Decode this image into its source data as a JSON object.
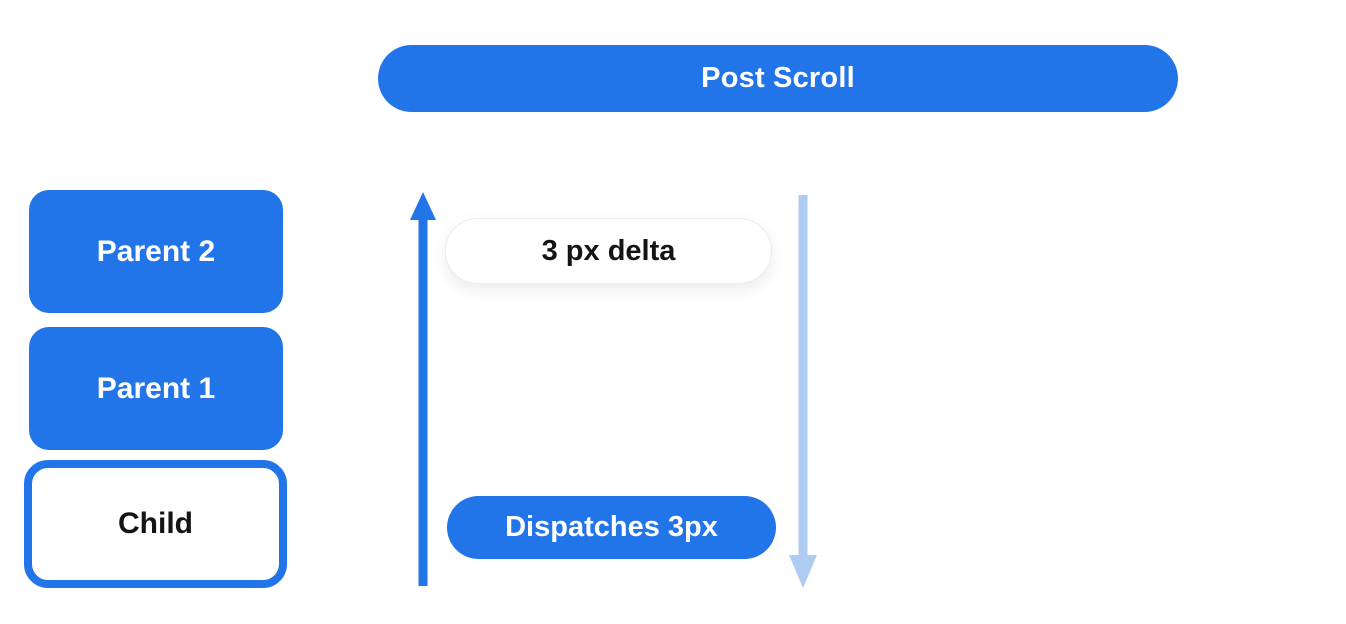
{
  "diagram": {
    "banner": {
      "label": "Post Scroll"
    },
    "nodes": [
      {
        "id": "parent-2",
        "label": "Parent 2",
        "style": "filled"
      },
      {
        "id": "parent-1",
        "label": "Parent 1",
        "style": "filled"
      },
      {
        "id": "child",
        "label": "Child",
        "style": "outlined"
      }
    ],
    "labels": {
      "delta": "3 px delta",
      "dispatch": "Dispatches 3px"
    },
    "arrows": [
      {
        "id": "up-arrow",
        "direction": "up",
        "color": "#2175E8"
      },
      {
        "id": "down-arrow",
        "direction": "down",
        "color": "#AECBF2"
      }
    ],
    "colors": {
      "accent_blue": "#2175E8",
      "light_blue": "#AECBF2",
      "text_on_blue": "#FFFFFF",
      "text_dark": "#141414",
      "pill_border": "#ECECEC",
      "background": "#FFFFFF"
    }
  }
}
